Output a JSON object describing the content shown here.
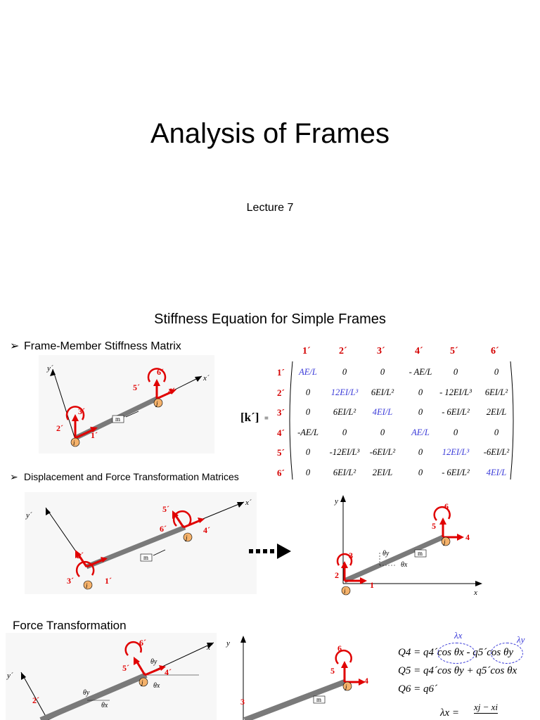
{
  "slide1": {
    "title": "Analysis of Frames",
    "subtitle": "Lecture 7"
  },
  "slide2": {
    "heading": "Stiffness Equation for Simple Frames",
    "bullet_marker": "➢",
    "bullet1": "Frame-Member Stiffness Matrix",
    "bullet2": "Displacement and Force Transformation Matrices",
    "matrix_label": "[k´]",
    "matrix_eq": "=",
    "col_headers": [
      "1´",
      "2´",
      "3´",
      "4´",
      "5´",
      "6´"
    ],
    "row_headers": [
      "1´",
      "2´",
      "3´",
      "4´",
      "5´",
      "6´"
    ],
    "rows": [
      [
        "AE/L",
        "0",
        "0",
        "- AE/L",
        "0",
        "0"
      ],
      [
        "0",
        "12EI/L³",
        "6EI/L²",
        "0",
        "- 12EI/L³",
        "6EI/L²"
      ],
      [
        "0",
        "6EI/L²",
        "4EI/L",
        "0",
        "- 6EI/L²",
        "2EI/L"
      ],
      [
        "-AE/L",
        "0",
        "0",
        "AE/L",
        "0",
        "0"
      ],
      [
        "0",
        "-12EI/L³",
        "-6EI/L²",
        "0",
        "12EI/L³",
        "-6EI/L²"
      ],
      [
        "0",
        "6EI/L²",
        "2EI/L",
        "0",
        "- 6EI/L²",
        "4EI/L"
      ]
    ],
    "diagram1_labels": {
      "y": "y´",
      "x": "x´",
      "i": "i",
      "j": "j",
      "m": "m",
      "d1": "1´",
      "d2": "2´",
      "d3": "3´",
      "d4": "4´",
      "d5": "5´",
      "d6": "6´"
    },
    "diagram2_labels": {
      "y": "y´",
      "x": "x´",
      "i": "i",
      "j": "j",
      "m": "m",
      "d1": "1´",
      "d2": "2´",
      "d3": "3´",
      "d4": "4´",
      "d5": "5´",
      "d6": "6´"
    },
    "diagram3_labels": {
      "y": "y",
      "x": "x",
      "i": "i",
      "j": "j",
      "m": "m",
      "d1": "1",
      "d2": "2",
      "d3": "3",
      "d4": "4",
      "d5": "5",
      "d6": "6",
      "theta_y": "θy",
      "theta_x": "θx"
    }
  },
  "slide3": {
    "heading": "Force Transformation",
    "diagram_left_labels": {
      "y": "y´",
      "x": "x´",
      "j": "j",
      "d2": "2´",
      "d4": "4´",
      "d5": "5´",
      "d6": "6´",
      "theta_y": "θy",
      "theta_x": "θx"
    },
    "diagram_mid_labels": {
      "y": "y",
      "j": "j",
      "m": "m",
      "d3": "3",
      "d4": "4",
      "d5": "5",
      "d6": "6"
    },
    "lambda_x": "λx",
    "lambda_y": "λy",
    "eq1": "Q4 = q4´cos θx - q5´cos θy",
    "eq2": "Q5 = q4´cos θy + q5´cos θx",
    "eq3": "Q6 = q6´",
    "eq4_lhs": "λx =",
    "eq4_num": "xj − xi"
  },
  "colors": {
    "accent_red": "#e00000",
    "blue_terms": "#3a3ad8",
    "member_gray": "#7a7a7a",
    "node_fill": "#f5b26b"
  }
}
